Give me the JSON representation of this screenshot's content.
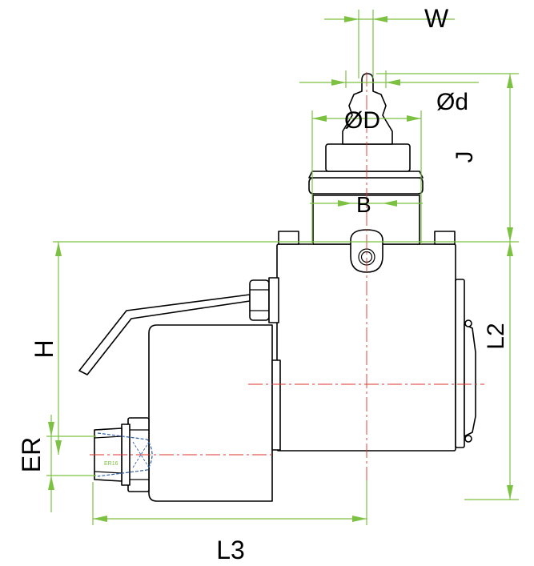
{
  "colors": {
    "outline": "#000000",
    "dimension": "#7cc142",
    "centerline": "#e0312b",
    "collet": "#2f5fa8",
    "er_tag": "#7cc142"
  },
  "labels": {
    "w": "W",
    "od": "Ød",
    "oD": "ØD",
    "j": "J",
    "b": "B",
    "h": "H",
    "l2": "L2",
    "er": "ER",
    "l3": "L3",
    "er_size": "ER16"
  }
}
